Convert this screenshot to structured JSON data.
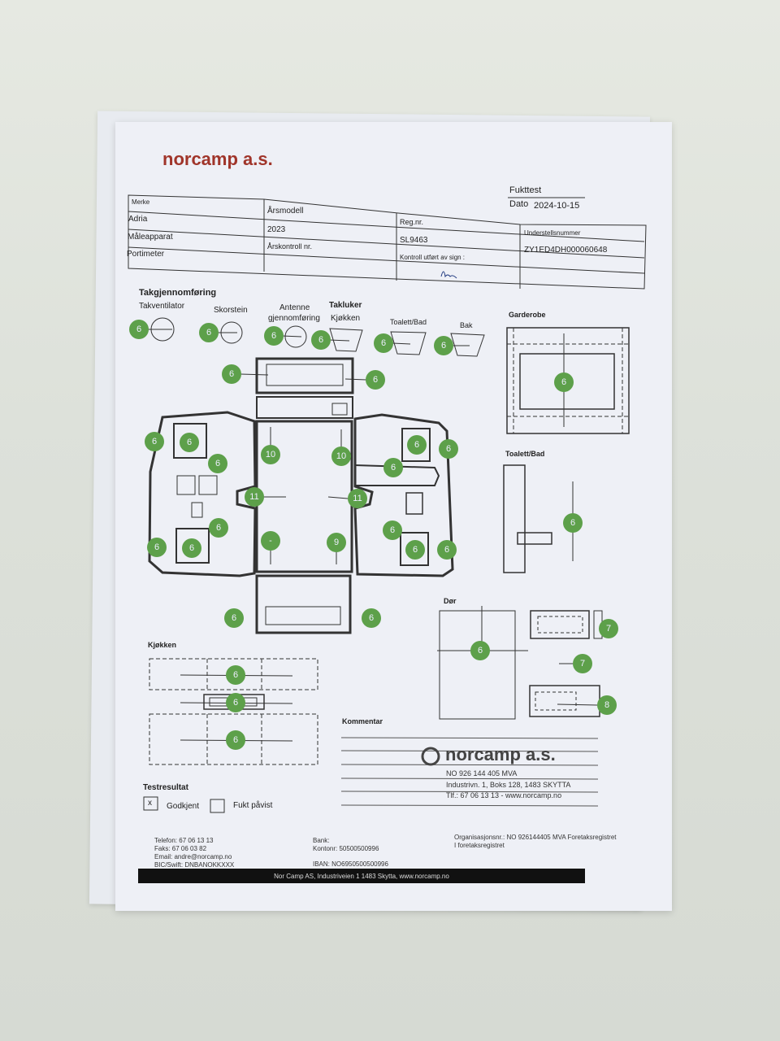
{
  "company_logo": "norcamp a.s.",
  "header": {
    "title": "Fukttest",
    "date_label": "Dato",
    "date": "2024-10-15"
  },
  "info_table": {
    "merke_label": "Merke",
    "merke": "Adria",
    "arsmodell_label": "Årsmodell",
    "arsmodell": "2023",
    "regnr_label": "Reg.nr.",
    "regnr": "SL9463",
    "understell_label": "Understellsnummer",
    "understell": "ZY1ED4DH000060648",
    "maleapparat_label": "Måleapparat",
    "maleapparat": "Portimeter",
    "arskontroll_label": "Årskontroll nr.",
    "kontroll_label": "Kontroll utført av sign :"
  },
  "sections": {
    "takgjennomforing": "Takgjennomføring",
    "takventilator": "Takventilator",
    "skorstein": "Skorstein",
    "antenne": "Antenne",
    "antenne2": "gjennomføring",
    "takluker": "Takluker",
    "kjokken_luke": "Kjøkken",
    "toalett_luke": "Toalett/Bad",
    "bak": "Bak",
    "garderobe": "Garderobe",
    "toalett": "Toalett/Bad",
    "dor": "Dør",
    "kjokken": "Kjøkken",
    "kommentar": "Kommentar"
  },
  "readings": {
    "roof": [
      "6",
      "6",
      "6",
      "6",
      "6",
      "6"
    ],
    "front": [
      "6",
      "6"
    ],
    "left": [
      "6",
      "6",
      "6",
      "6",
      "6",
      "6"
    ],
    "center": [
      "10",
      "10",
      "11",
      "11",
      "-",
      "9"
    ],
    "right": [
      "6",
      "6",
      "6",
      "6",
      "6",
      "6"
    ],
    "rear": [
      "6",
      "6"
    ],
    "garderobe": "6",
    "toalett": "6",
    "dor": [
      "6",
      "7",
      "7",
      "8"
    ],
    "kjokken": [
      "6",
      "6",
      "6"
    ]
  },
  "stamp": {
    "name": "norcamp a.s.",
    "org": "NO 926 144 405 MVA",
    "address": "Industrivn. 1, Boks 128, 1483 SKYTTA",
    "phone": "Tlf.: 67 06 13 13 - www.norcamp.no"
  },
  "test_result": {
    "label": "Testresultat",
    "godkjent_label": "Godkjent",
    "godkjent_mark": "x",
    "fukt_label": "Fukt påvist"
  },
  "footer": {
    "telefon": "Telefon: 67 06 13 13",
    "faks": "Faks: 67 06 03 82",
    "email": "Email: andre@norcamp.no",
    "bic": "BIC/Swift: DNBANOKKXXX",
    "bank": "Bank:",
    "kontonr": "Kontonr: 50500500996",
    "iban": "IBAN: NO6950500500996",
    "org": "Organisasjonsnr.: NO 926144405 MVA Foretaksregistret",
    "org2": "I foretaksregistret",
    "bar": "Nor Camp AS, Industriveien 1 1483 Skytta, www.norcamp.no"
  },
  "colors": {
    "marker": "#5da04a",
    "logo": "#a0352a"
  }
}
